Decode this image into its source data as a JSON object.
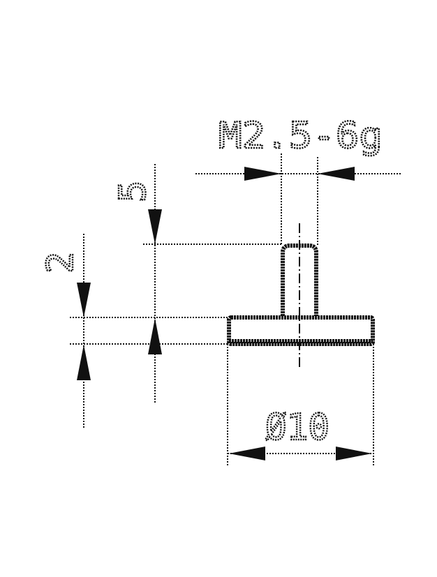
{
  "drawing": {
    "thread_label": "M2.5-6g",
    "length_label": "5",
    "thickness_label": "2",
    "diameter_label": "Ø10"
  }
}
